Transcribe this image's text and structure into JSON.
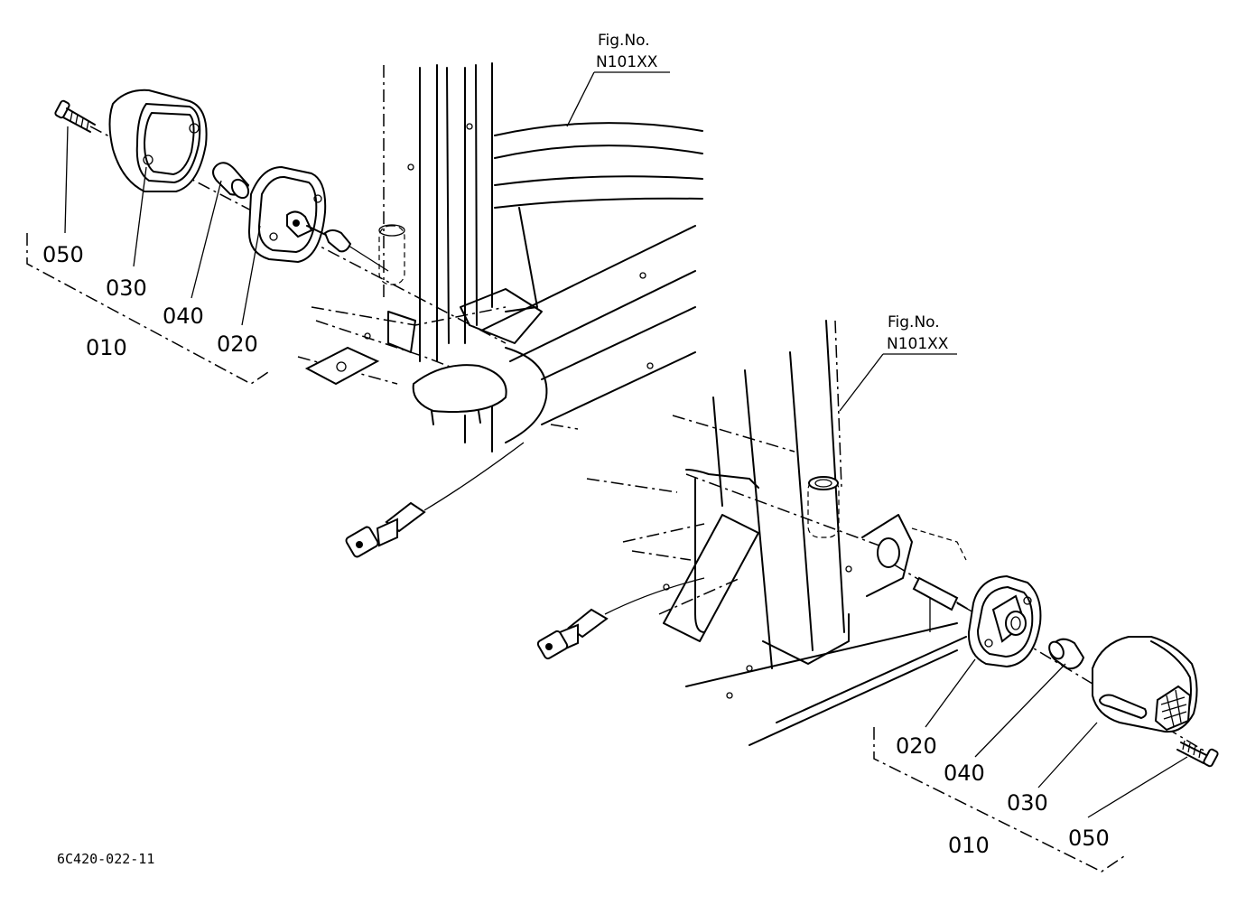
{
  "figure_refs": [
    {
      "line1": "Fig.No.",
      "line2": "N101XX"
    },
    {
      "line1": "Fig.No.",
      "line2": "N101XX"
    }
  ],
  "left_assembly": {
    "assembly": "010",
    "parts": [
      "050",
      "030",
      "040",
      "020"
    ]
  },
  "right_assembly": {
    "assembly": "010",
    "parts": [
      "020",
      "040",
      "030",
      "050"
    ]
  },
  "drawing_code": "6C420-022-11"
}
